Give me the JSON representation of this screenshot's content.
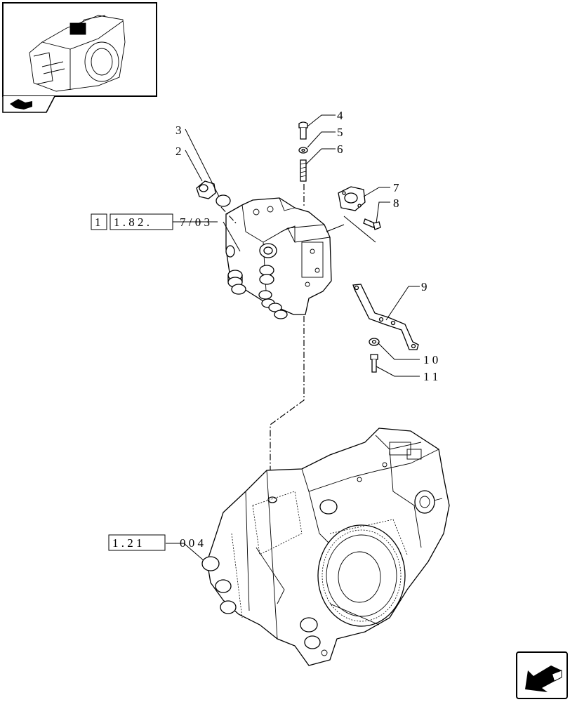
{
  "callouts": {
    "c2": "2",
    "c3": "3",
    "c4": "4",
    "c5": "5",
    "c6": "6",
    "c7": "7",
    "c8": "8",
    "c9": "9",
    "c10": "1 0",
    "c11": "1 1"
  },
  "references": {
    "valve_ref_box1": "1",
    "valve_ref_box2": "1 . 8 2 .",
    "valve_ref_tail": "7 / 0 3",
    "housing_ref_box": "1 . 2 1",
    "housing_ref_tail": "0  0 4"
  },
  "icons": {
    "thumbnail": "transmission-housing-thumbnail",
    "tab": "arrow-tab-icon",
    "nav": "next-page-arrow-icon"
  }
}
